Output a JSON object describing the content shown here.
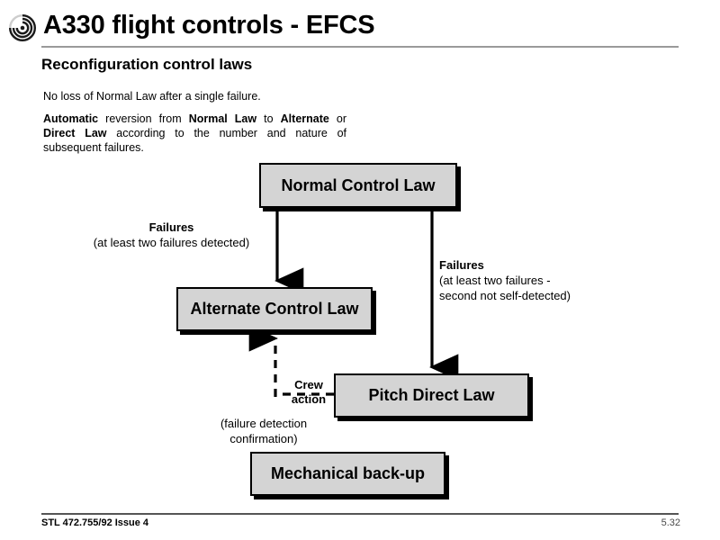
{
  "slide": {
    "title": "A330 flight controls - EFCS",
    "logo_icon": "spiral-swirl-logo-icon",
    "subtitle": "Reconfiguration control laws",
    "intro_line": "No loss of Normal Law after a single failure.",
    "intro_paragraph_runs": [
      {
        "text": "Automatic",
        "bold": true
      },
      {
        "text": " reversion from ",
        "bold": false
      },
      {
        "text": "Normal Law",
        "bold": true
      },
      {
        "text": " to ",
        "bold": false
      },
      {
        "text": "Alternate",
        "bold": true
      },
      {
        "text": " or ",
        "bold": false
      },
      {
        "text": "Direct Law",
        "bold": true
      },
      {
        "text": " according to the number and nature of subsequent failures.",
        "bold": false
      }
    ]
  },
  "diagram": {
    "boxes": {
      "normal": "Normal Control Law",
      "alternate": "Alternate Control Law",
      "pitch_direct": "Pitch Direct Law",
      "mechanical": "Mechanical back-up"
    },
    "labels": {
      "failures_left_title": "Failures",
      "failures_left_detail": "(at least two failures detected)",
      "failures_right_title": "Failures",
      "failures_right_detail_line1": "(at least two failures -",
      "failures_right_detail_line2": "second not self-detected)",
      "crew_action_line1": "Crew",
      "crew_action_line2": "action",
      "failure_detection_line1": "(failure detection",
      "failure_detection_line2": "confirmation)"
    },
    "colors": {
      "box_fill": "#d4d4d4",
      "box_border": "#000000",
      "box_shadow": "#000000",
      "connector": "#000000"
    }
  },
  "footer": {
    "reference": "STL 472.755/92 Issue 4",
    "page_number": "5.32"
  }
}
